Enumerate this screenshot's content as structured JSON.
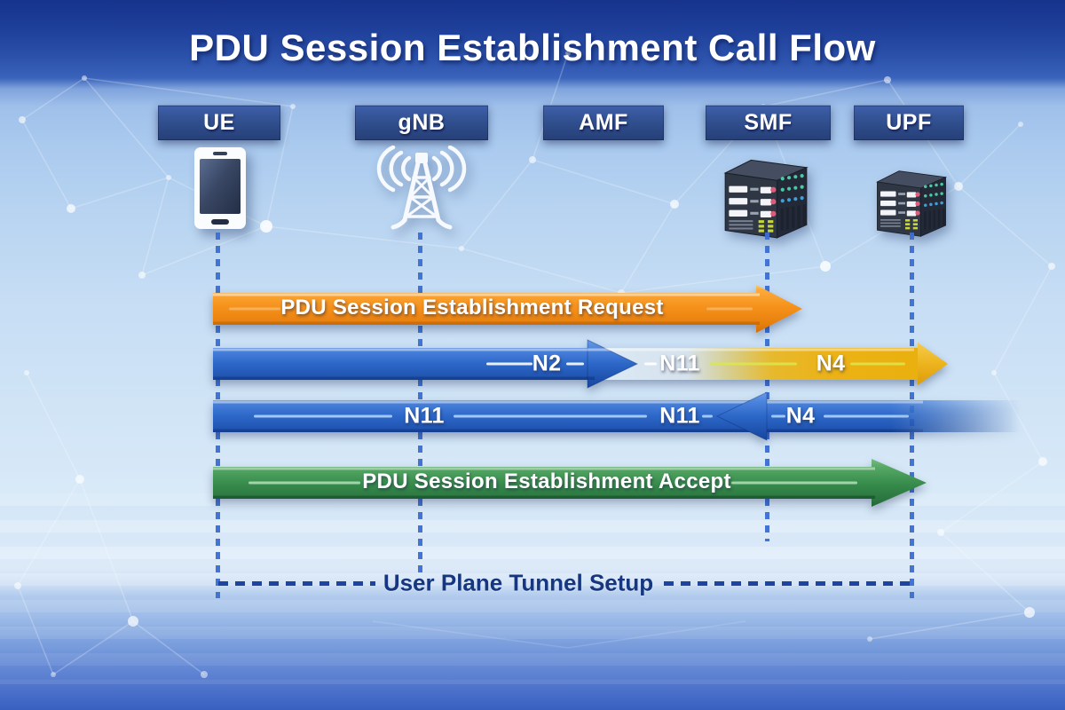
{
  "title": "PDU Session Establishment Call Flow",
  "entities": [
    {
      "id": "ue",
      "label": "UE",
      "icon": "smartphone-icon"
    },
    {
      "id": "gnb",
      "label": "gNB",
      "icon": "radio-tower-icon"
    },
    {
      "id": "amf",
      "label": "AMF",
      "icon": null
    },
    {
      "id": "smf",
      "label": "SMF",
      "icon": "server-rack-icon"
    },
    {
      "id": "upf",
      "label": "UPF",
      "icon": "server-rack-icon"
    }
  ],
  "messages": [
    {
      "label": "PDU Session Establishment Request",
      "direction": "right",
      "from": "UE",
      "to": "SMF",
      "color": "#f6921b"
    },
    {
      "direction": "right",
      "from": "UE",
      "to": "UPF",
      "segments": [
        {
          "label": "N2",
          "color": "#2c67c8"
        },
        {
          "label": "N11",
          "color": "#dcebf8"
        },
        {
          "label": "N4",
          "color": "#ecb114"
        }
      ]
    },
    {
      "direction": "left",
      "from": "UPF",
      "to": "UE",
      "color": "#2c67c8",
      "segments": [
        {
          "label": "N11"
        },
        {
          "label": "N11"
        },
        {
          "label": "N4"
        }
      ]
    },
    {
      "label": "PDU Session Establishment Accept",
      "direction": "right",
      "from": "UE",
      "to": "UPF",
      "color": "#35894a"
    }
  ],
  "tunnel": {
    "label": "User Plane Tunnel Setup",
    "color": "#1d44a0"
  },
  "colors": {
    "background_top": "#16338c",
    "background_mid": "#cfe3f6",
    "background_bottom": "#3a60c0",
    "entity_box": "#31508f",
    "lifeline": "#3b6ed2",
    "title_text": "#ffffff"
  }
}
